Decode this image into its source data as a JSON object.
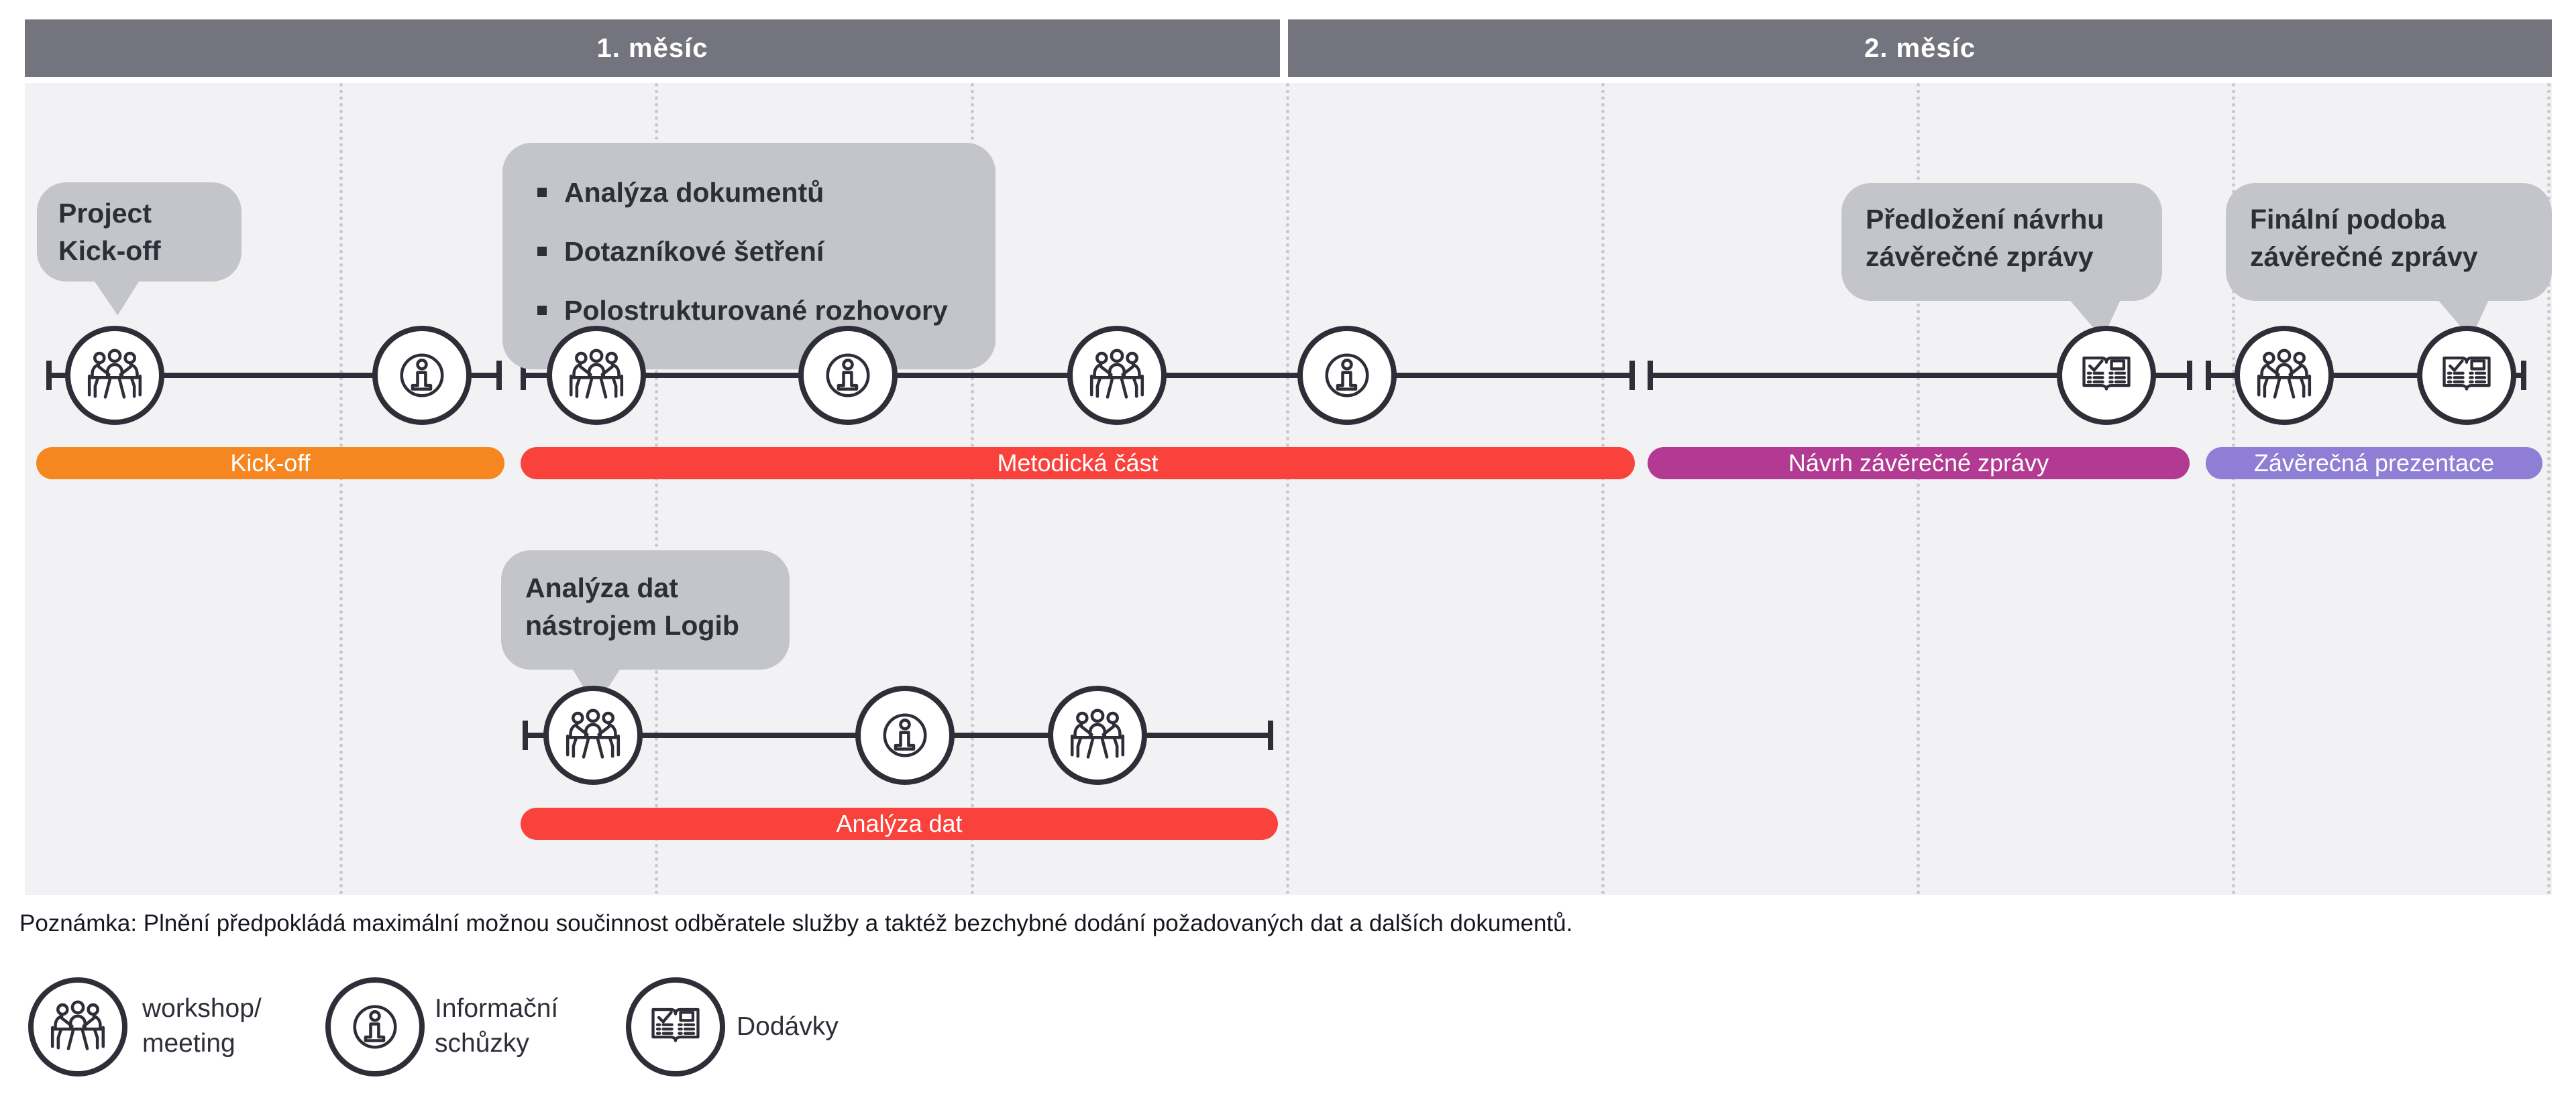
{
  "colors": {
    "header": "#74747E",
    "panel": "#F2F2F5",
    "bubble": "#C4C4CB",
    "line": "#2E2E38",
    "kickoff": "#F6861F",
    "methodology": "#F9423B",
    "draft_report": "#B23A92",
    "final_presentation": "#8E7ED5",
    "data_analysis": "#F9423B"
  },
  "months": [
    {
      "label": "1. měsíc"
    },
    {
      "label": "2. měsíc"
    }
  ],
  "callouts": {
    "kickoff": {
      "lines": [
        "Project",
        "Kick-off"
      ]
    },
    "methodology": {
      "bullets": [
        "Analýza dokumentů",
        "Dotazníkové šetření",
        "Polostrukturované rozhovory"
      ]
    },
    "draft": {
      "lines": [
        "Předložení návrhu",
        "závěrečné zprávy"
      ]
    },
    "final": {
      "lines": [
        "Finální podoba",
        "závěrečné zprávy"
      ]
    },
    "logib": {
      "lines": [
        "Analýza dat",
        "nástrojem Logib"
      ]
    }
  },
  "bars": {
    "kickoff": "Kick-off",
    "methodology": "Metodická část",
    "draft": "Návrh závěrečné zprávy",
    "final": "Závěrečná prezentace",
    "analysis": "Analýza dat"
  },
  "note": "Poznámka: Plnění předpokládá maximální možnou součinnost odběratele služby a taktéž bezchybné dodání požadovaných dat a dalších dokumentů.",
  "legend": [
    {
      "icon": "workshop-meeting-icon",
      "lines": [
        "workshop/",
        "meeting"
      ]
    },
    {
      "icon": "info-meeting-icon",
      "lines": [
        "Informační",
        "schůzky"
      ]
    },
    {
      "icon": "deliveries-icon",
      "lines": [
        "Dodávky"
      ]
    }
  ]
}
